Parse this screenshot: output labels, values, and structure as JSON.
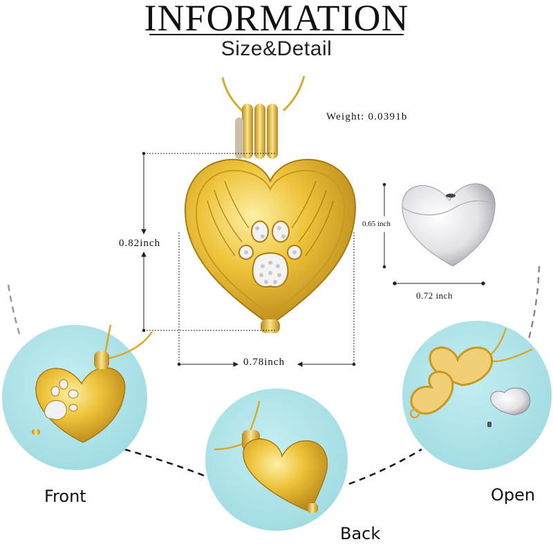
{
  "header": {
    "title": "INFORMATION",
    "subtitle": "Size&Detail"
  },
  "specs": {
    "weight": "Weight: 0.0391b",
    "pendant_height": "0.82inch",
    "pendant_width": "0.78inch",
    "insert_height": "0.65 inch",
    "insert_width": "0.72 inch"
  },
  "views": [
    {
      "label": "Front",
      "icon": "front-view-pendant-photo"
    },
    {
      "label": "Back",
      "icon": "back-view-pendant-photo"
    },
    {
      "label": "Open",
      "icon": "open-view-pendant-photo"
    }
  ],
  "colors": {
    "gold": "#e8b92a",
    "gold_dark": "#b8871a",
    "gold_light": "#f7dc6f",
    "silver": "#d8d8dc",
    "circle_bg": "#aee3e8",
    "text": "#111111"
  }
}
